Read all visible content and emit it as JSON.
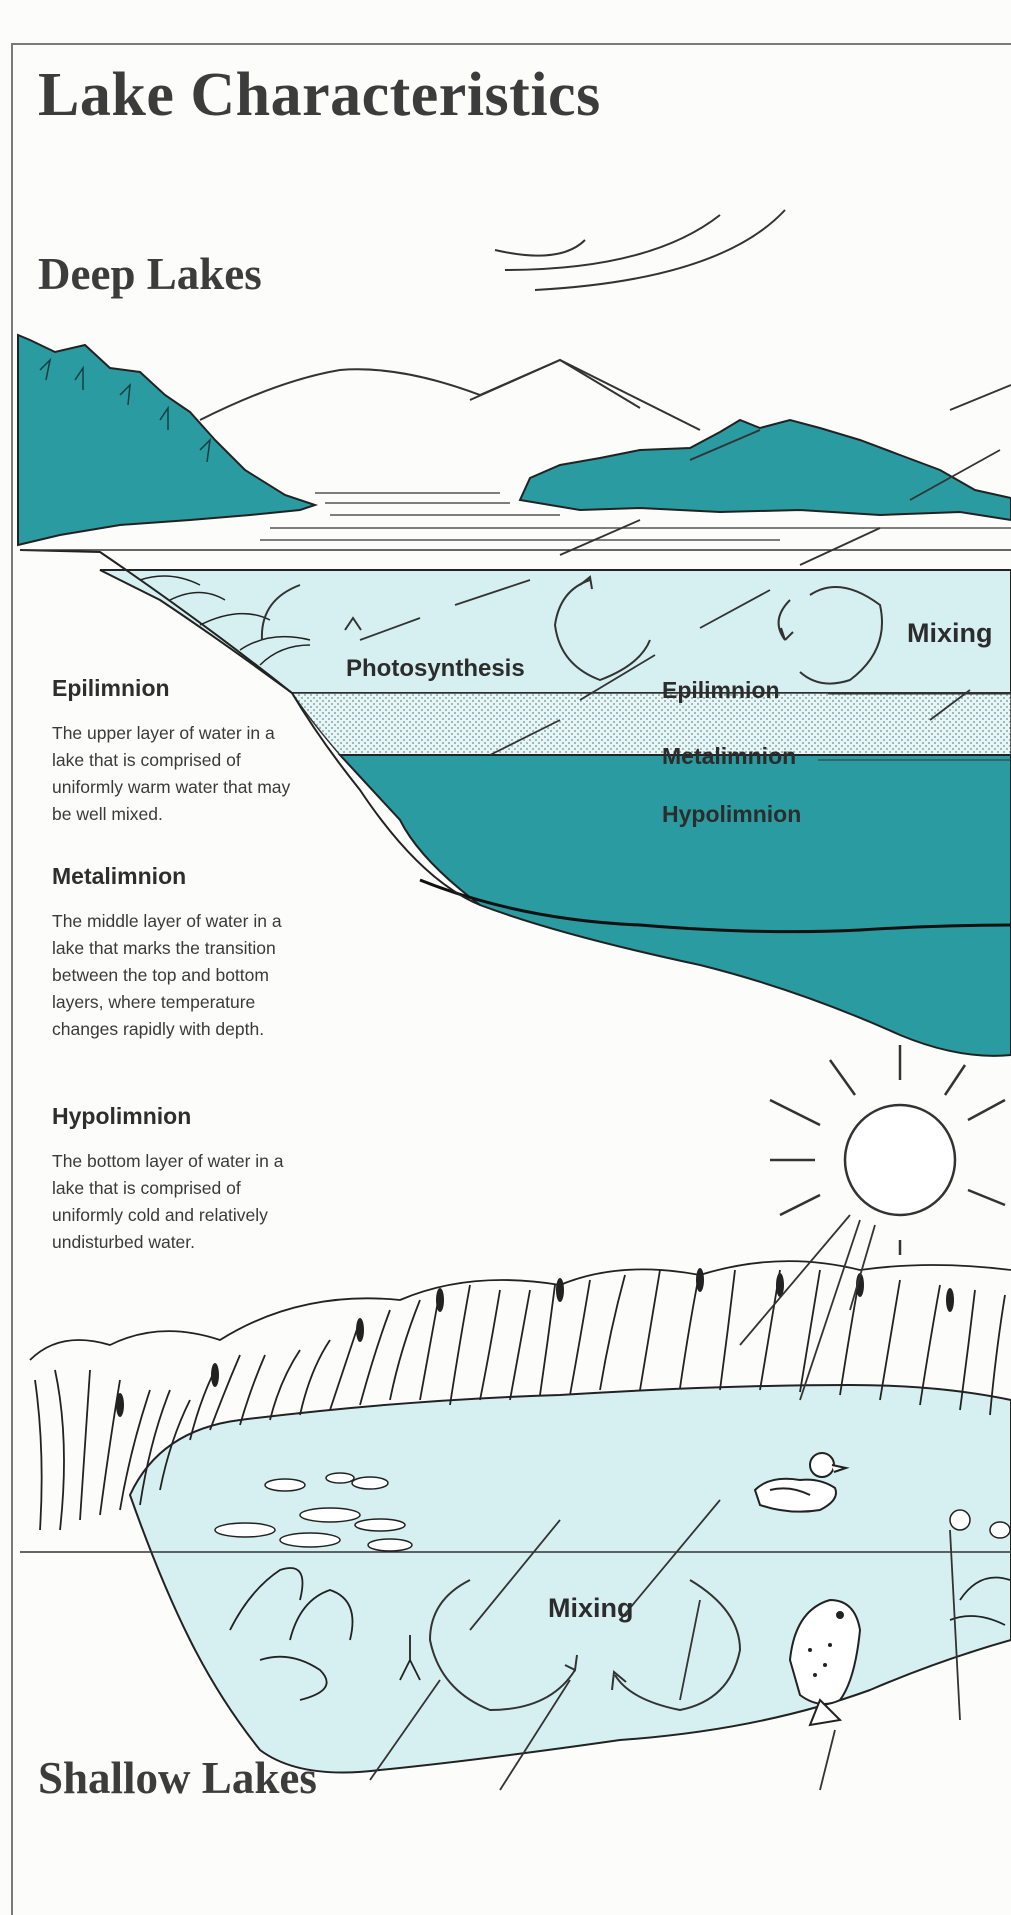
{
  "title": "Lake Characteristics",
  "sections": {
    "deep": "Deep Lakes",
    "shallow": "Shallow Lakes"
  },
  "diagram_labels": {
    "photosynthesis": "Photosynthesis",
    "mixing_deep": "Mixing",
    "epilimnion": "Epilimnion",
    "metalimnion": "Metalimnion",
    "hypolimnion": "Hypolimnion",
    "mixing_shallow": "Mixing"
  },
  "definitions": [
    {
      "term": "Epilimnion",
      "text": "The upper layer of water in a lake that is comprised of uniformly warm water that may be well mixed."
    },
    {
      "term": "Metalimnion",
      "text": "The middle layer of water in a lake that marks the transition between the top and bottom layers, where temperature changes rapidly with depth."
    },
    {
      "term": "Hypolimnion",
      "text": "The bottom layer of water in a lake that is comprised of uniformly cold and relatively undisturbed water."
    }
  ],
  "colors": {
    "teal": "#2a9ba0",
    "light_water": "#d6f0f2",
    "line": "#2b2b2b"
  }
}
